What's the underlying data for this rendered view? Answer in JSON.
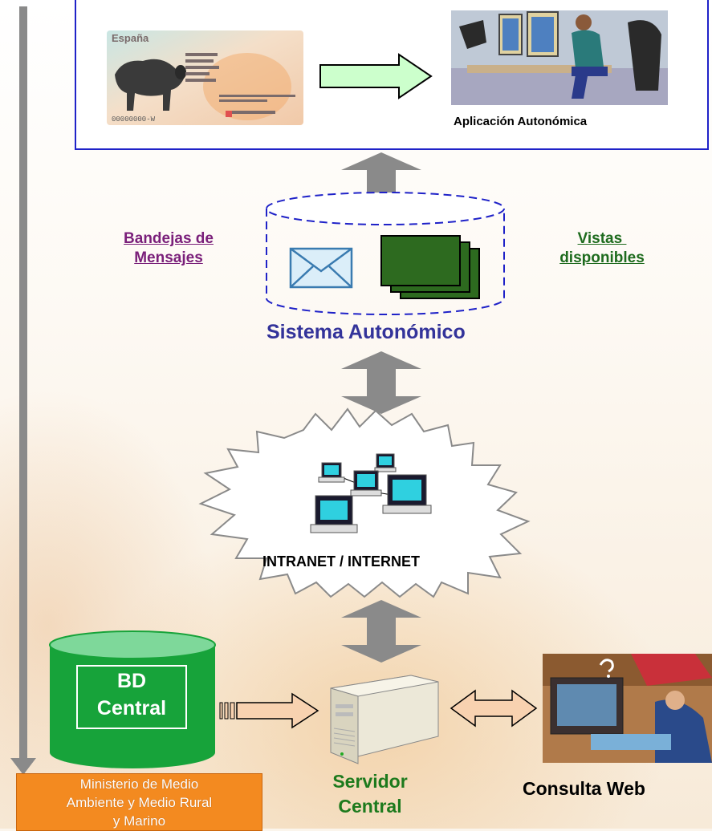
{
  "app_label": "Aplicación Autonómica",
  "id_card": {
    "country": "España",
    "number": "00000000-W"
  },
  "bandejas": [
    "Bandejas de",
    "Mensajes"
  ],
  "vistas": [
    "Vistas ",
    "disponibles"
  ],
  "sistema": "Sistema Autonómico",
  "intranet": "INTRANET / INTERNET",
  "bd": [
    "BD",
    "Central"
  ],
  "ministerio": [
    "Ministerio de Medio",
    "Ambiente y Medio Rural",
    "y Marino"
  ],
  "servidor": [
    "Servidor",
    "Central"
  ],
  "consulta": "Consulta Web",
  "colors": {
    "box_border": "#1f22c8",
    "purple_link": "#7a1f7a",
    "green_link": "#1e6b1e",
    "system_title": "#33339a",
    "bd_green": "#17a33a",
    "ministerio": "#f38a20",
    "servidor": "#1d7a1d",
    "gray_arrow": "#8a8a8a"
  }
}
